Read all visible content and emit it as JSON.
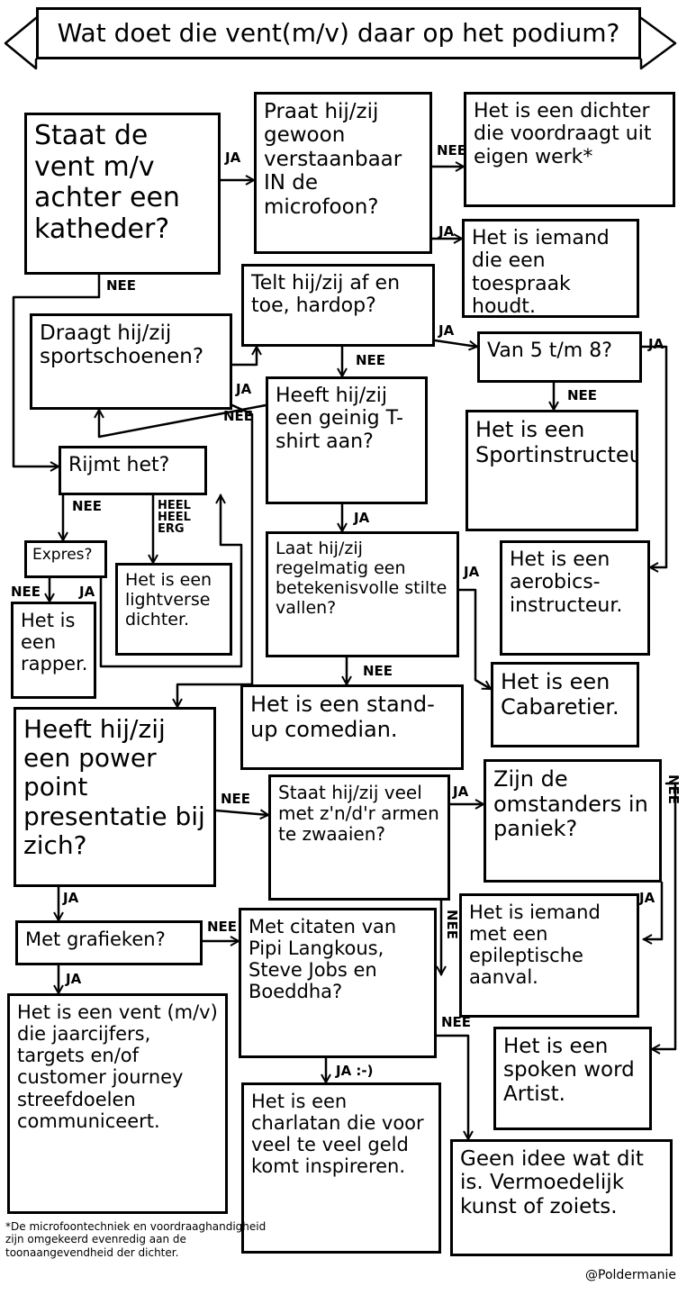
{
  "title": "Wat doet die vent(m/v) daar op het podium?",
  "nodes": {
    "katheder": "Staat de vent m/v achter een katheder?",
    "praat": "Praat hij/zij gewoon verstaanbaar IN de microfoon?",
    "dichter": "Het is een dichter die voordraagt uit eigen werk*",
    "toespraak": "Het is iemand die een toespraak houdt.",
    "telt": "Telt hij/zij af en toe, hardop?",
    "sportschoenen": "Draagt hij/zij sportschoenen?",
    "van5tm8": "Van 5 t/m 8?",
    "shirt": "Heeft hij/zij een geinig T-shirt aan?",
    "sportinstructeur": "Het is een Sportinstructeur.",
    "rijmt": "Rijmt het?",
    "expres": "Expres?",
    "lightverse": "Het is een lightverse dichter.",
    "rapper": "Het is een rapper.",
    "aerobics": "Het is een aerobics-instructeur.",
    "stilte": "Laat hij/zij regelmatig een betekenisvolle stilte vallen?",
    "cabaretier": "Het is een Cabaretier.",
    "standup": "Het is een stand-up comedian.",
    "powerpoint": "Heeft hij/zij een power point presentatie bij zich?",
    "armen": "Staat hij/zij veel met z'n/d'r armen te zwaaien?",
    "omstanders": "Zijn de omstanders in paniek?",
    "epileptisch": "Het is iemand met een epileptische aanval.",
    "grafieken": "Met grafieken?",
    "citaten": "Met citaten van Pipi Langkous, Steve Jobs en Boeddha?",
    "spokenword": "Het is een spoken word Artist.",
    "jaarcijfers": "Het is een vent (m/v) die jaarcijfers, targets en/of customer journey streefdoelen communiceert.",
    "charlatan": "Het is een charlatan die voor veel te veel geld komt inspireren.",
    "geenidee": "Geen idee wat dit is. Vermoedelijk kunst of zoiets."
  },
  "edge_labels": {
    "ja": "JA",
    "nee": "NEE",
    "ja_smile": "JA :-)",
    "heel_heel_erg": "HEEL\nHEEL\nERG"
  },
  "footnote": "*De microfoontechniek en voordraaghandigheid zijn omgekeerd evenredig aan de toonaangevendheid der dichter.",
  "credit": "@Poldermanie"
}
